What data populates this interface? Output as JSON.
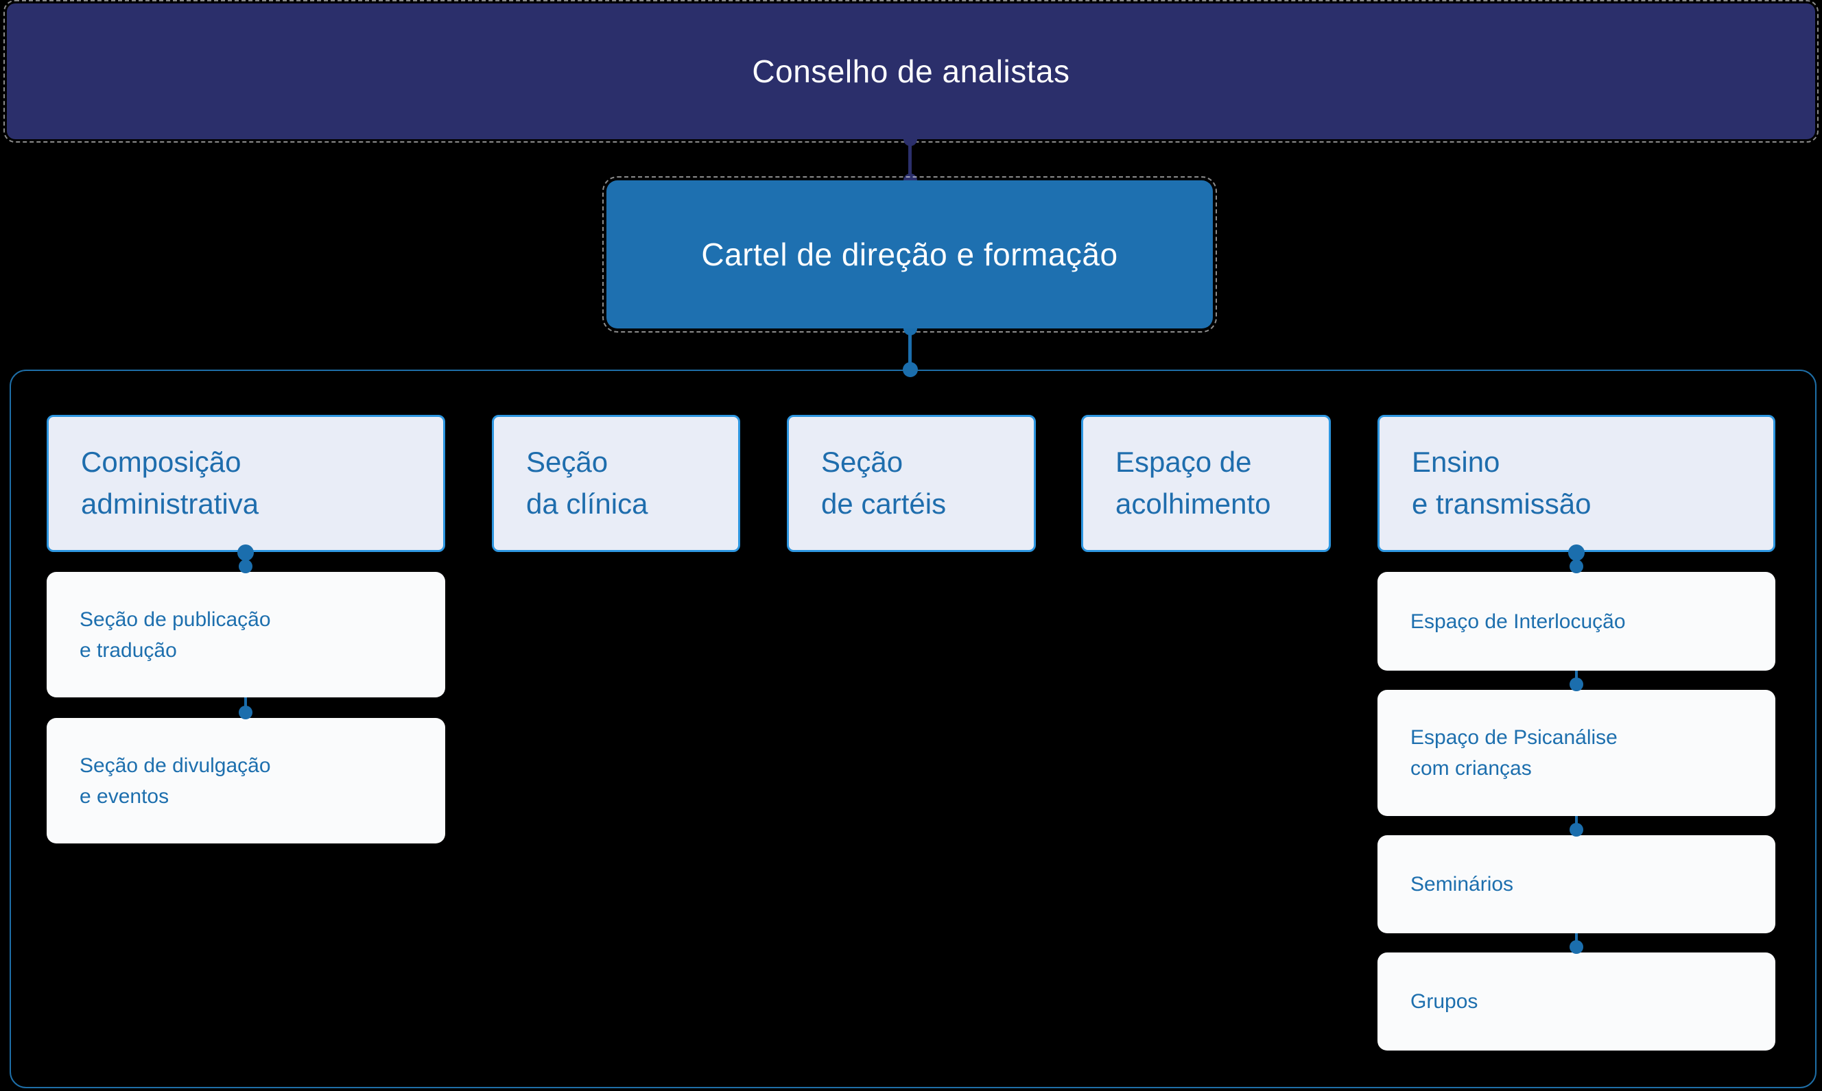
{
  "page": {
    "background": "#000000"
  },
  "colors": {
    "root_fill": "#2B2F6B",
    "director_fill": "#1E70B0",
    "section_fill": "#E9EDF7",
    "section_border": "#2D96E0",
    "sub_fill": "#FAFBFC",
    "container_border": "#1E6EA7",
    "text_blue": "#1D6FAE",
    "text_white": "#FFFFFF",
    "connector_blue": "#1B6EAD",
    "connector_navy": "#2B2F6B"
  },
  "org_chart": {
    "root": {
      "label": "Conselho de analistas"
    },
    "director": {
      "label": "Cartel de direção e formação"
    },
    "sections": [
      {
        "id": "composicao",
        "label": "Composição\nadministrativa",
        "children": [
          "Seção de publicação\ne tradução",
          "Seção de divulgação\ne eventos"
        ]
      },
      {
        "id": "clinica",
        "label": "Seção\nda clínica",
        "children": []
      },
      {
        "id": "carteis",
        "label": "Seção\nde cartéis",
        "children": []
      },
      {
        "id": "acolhimento",
        "label": "Espaço de\nacolhimento",
        "children": []
      },
      {
        "id": "ensino",
        "label": "Ensino\ne transmissão",
        "children": [
          "Espaço de Interlocução",
          "Espaço de Psicanálise\ncom crianças",
          "Seminários",
          "Grupos"
        ]
      }
    ]
  }
}
